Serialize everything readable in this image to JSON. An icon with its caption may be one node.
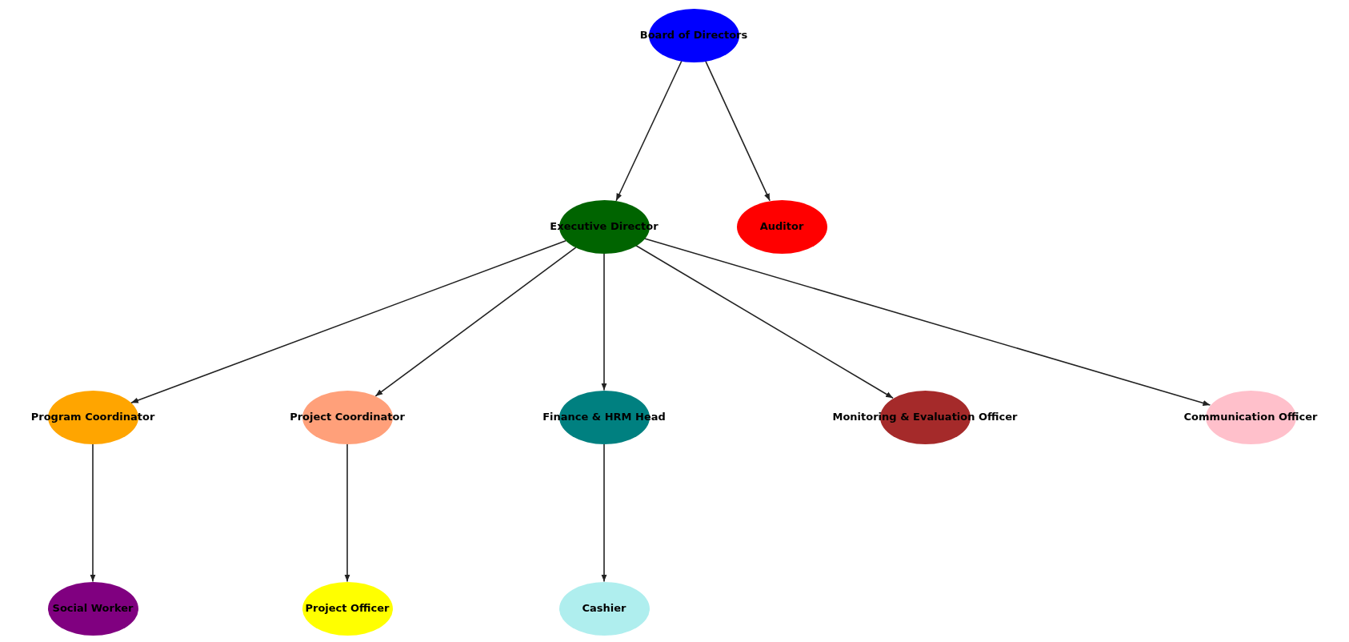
{
  "diagram": {
    "nodes": [
      {
        "text": [
          "Board of Directors"
        ]
      },
      {
        "text": [
          "Executive Director"
        ]
      },
      {
        "text": [
          "Auditor"
        ]
      },
      {
        "text": [
          "Program Coordinator"
        ]
      },
      {
        "text": [
          "Project Coordinator"
        ]
      },
      {
        "text": [
          "Finance & HRM Head"
        ]
      },
      {
        "text": [
          "Monitoring & Evaluation Officer"
        ]
      },
      {
        "text": [
          "Communication Officer"
        ]
      },
      {
        "text": [
          "Social Worker"
        ]
      },
      {
        "text": [
          "Project Officer"
        ]
      },
      {
        "text": [
          "Cashier"
        ]
      }
    ],
    "edges": [
      {
        "from": 0,
        "to": 1,
        "arrow": "to"
      },
      {
        "from": 0,
        "to": 2,
        "arrow": "to"
      },
      {
        "from": 1,
        "to": 3,
        "arrow": "to"
      },
      {
        "from": 1,
        "to": 4,
        "arrow": "to"
      },
      {
        "from": 1,
        "to": 5,
        "arrow": "to"
      },
      {
        "from": 1,
        "to": 6,
        "arrow": "to"
      },
      {
        "from": 1,
        "to": 7,
        "arrow": "to"
      },
      {
        "from": 3,
        "to": 8,
        "arrow": "to"
      },
      {
        "from": 4,
        "to": 9,
        "arrow": "to"
      },
      {
        "from": 5,
        "to": 10,
        "arrow": "to"
      }
    ]
  }
}
